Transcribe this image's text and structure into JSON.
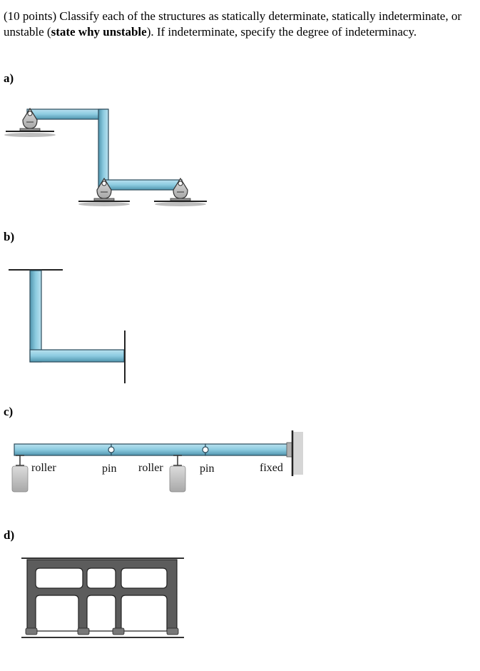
{
  "question": {
    "intro": "(10 points) Classify each of the structures as statically determinate, statically indeterminate, or unstable (",
    "bold": "state why unstable",
    "outro": "). If indeterminate, specify the degree of indeterminacy."
  },
  "parts": {
    "a": "a)",
    "b": "b)",
    "c": "c)",
    "d": "d)"
  },
  "c_labels": {
    "roller1": "roller",
    "pin1": "pin",
    "roller2": "roller",
    "pin2": "pin",
    "fixed": "fixed"
  },
  "colors": {
    "member_fill": "#8fcbe0",
    "member_stroke": "#2b4a5a",
    "support_fill": "#c8c8c8",
    "frame_fill": "#5a5a5a"
  }
}
